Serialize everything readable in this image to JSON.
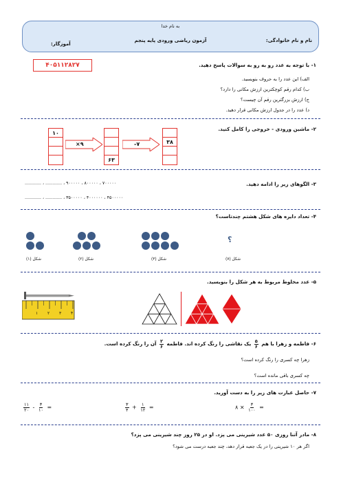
{
  "header": {
    "bismillah": "به نام خدا",
    "name_label": "نام و نام خانوادگی:",
    "exam_title": "آزمون ریاضی ورودی پایه پنجم",
    "teacher_label": "آموزگار:"
  },
  "q1": {
    "number_box": "۴۰۵۱۱۲۸۲۷",
    "title": "۱- با توجه به عدد رو به رو به سوالات پاسخ دهید.",
    "items": [
      "الف) این عدد را به حروف بنویسید.",
      "ب) کدام رقم کوچکترین ارزش مکانی را دارد؟",
      "ج) ارزش بزرگترین رقم آن چیست؟",
      "د) عدد را در جدول ارزش مکانی قرار دهید."
    ]
  },
  "q2": {
    "title": "۲- ماشین ورودی - خروجی را کامل کنید.",
    "col1_top": "۱۰",
    "op1": "×۹",
    "col2_bottom": "۶۳",
    "op2": "-۷",
    "col3_mid": "۳۸"
  },
  "q3": {
    "title": "۳- الگوهای زیر را ادامه دهید.",
    "row1": "۷۰۰۰۰۰ ، ۸۰۰۰۰۰ ، ۹۰۰۰۰۰ ، ............ ، ............",
    "row2": "۴۵۰۰۰۰۰ ، ۴۰۰۰۰۰۰ ، ۳۵۰۰۰۰۰ ، ............ ، ............"
  },
  "q4": {
    "title": "۴- تعداد دایره های شکل هشتم چندتاست؟",
    "labels": [
      "شکل (۱)",
      "شکل (۲)",
      "شکل (۳)",
      "شکل (۷)"
    ],
    "question_mark": "؟",
    "dot_color": "#3d5b86"
  },
  "q5": {
    "title": "۵- عدد مخلوط مربوط به هر شکل را بنویسید.",
    "ruler_ticks": [
      "۱",
      "۲",
      "۳",
      "۴"
    ],
    "ruler_color": "#f2d024",
    "fill_color": "#e3161b"
  },
  "q6": {
    "title_a": "۶- فاطمه و زهرا با هم",
    "frac1_n": "۵",
    "frac1_d": "۶",
    "title_b": "یک نقاشی را رنگ کرده اند. فاطمه",
    "frac2_n": "۲",
    "frac2_d": "۶",
    "title_c": "آن را رنگ کرده است.",
    "sub1": "زهرا چه کسری را رنگ کرده است؟",
    "sub2": "چه کسری باقی مانده است؟"
  },
  "q7": {
    "title": "۷- حاصل عبارت های زیر را به دست آورید.",
    "e1": {
      "a": "۸",
      "op": "×",
      "n": "۳",
      "d": "۱۰۰",
      "eq": "="
    },
    "e2": {
      "n1": "۳",
      "d1": "۴",
      "op": "+",
      "n2": "۱",
      "d2": "۱۲",
      "eq": "="
    },
    "e3": {
      "n1": "۱۱",
      "d1": "۲۰",
      "op": "-",
      "n2": "۳",
      "d2": "۱۰",
      "eq": "="
    }
  },
  "q8": {
    "title": "۸- مادر آتنا روزی ۵۰ عدد شیرینی می پزد. او در ۲۵ روز چند شیرینی می پزد؟",
    "sub": "اگر هر ۱۰ شیرینی را در یک جعبه قرار دهد، چند جعبه درست می شود؟"
  },
  "colors": {
    "accent": "#2a3f8f",
    "header_fill": "#dbe8f7",
    "red": "#e3342f"
  }
}
